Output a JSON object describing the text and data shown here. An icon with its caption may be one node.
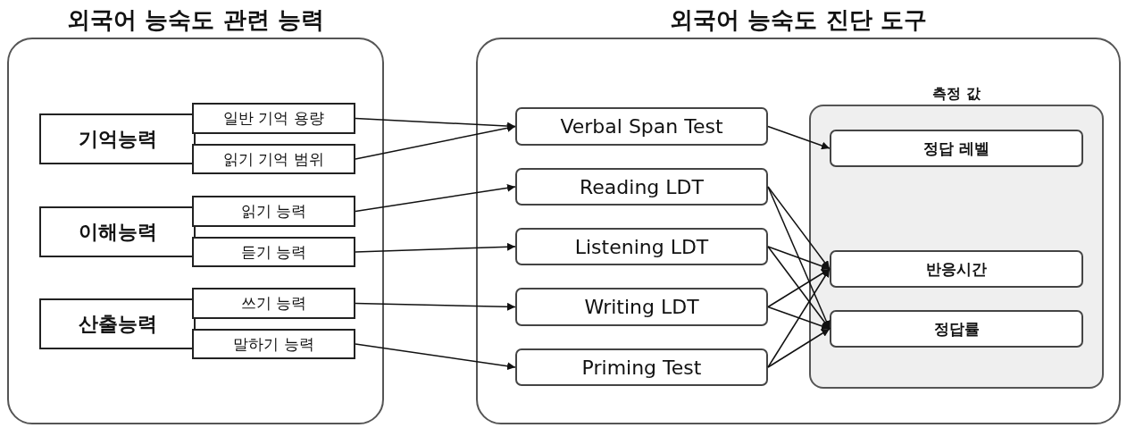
{
  "diagram": {
    "nodes": [
      {
        "text": [
          "외국어 능숙도 관련 능력"
        ]
      },
      {
        "text": [
          "기억능력"
        ],
        "in": 0
      },
      {
        "text": [
          "일반 기억 용량"
        ],
        "in": 0
      },
      {
        "text": [
          "읽기 기억 범위"
        ],
        "in": 0
      },
      {
        "text": [
          "이해능력"
        ],
        "in": 0
      },
      {
        "text": [
          "읽기 능력"
        ],
        "in": 0
      },
      {
        "text": [
          "듣기 능력"
        ],
        "in": 0
      },
      {
        "text": [
          "산출능력"
        ],
        "in": 0
      },
      {
        "text": [
          "쓰기 능력"
        ],
        "in": 0
      },
      {
        "text": [
          "말하기 능력"
        ],
        "in": 0
      },
      {
        "text": [
          "외국어 능숙도 진단 도구"
        ]
      },
      {
        "text": [
          "Verbal Span Test"
        ],
        "in": 10
      },
      {
        "text": [
          "Reading LDT"
        ],
        "in": 10
      },
      {
        "text": [
          "Listening LDT"
        ],
        "in": 10
      },
      {
        "text": [
          "Writing LDT"
        ],
        "in": 10
      },
      {
        "text": [
          "Priming Test"
        ],
        "in": 10
      },
      {
        "text": [
          "측정 값"
        ],
        "in": 10
      },
      {
        "text": [
          "정답 레벨"
        ],
        "in": 16
      },
      {
        "text": [
          "반응시간"
        ],
        "in": 16
      },
      {
        "text": [
          "정답률"
        ],
        "in": 16
      }
    ],
    "edges": [
      {
        "from": 2,
        "to": 11,
        "arrow": "to"
      },
      {
        "from": 3,
        "to": 11,
        "arrow": "to"
      },
      {
        "from": 5,
        "to": 12,
        "arrow": "to"
      },
      {
        "from": 6,
        "to": 13,
        "arrow": "to"
      },
      {
        "from": 8,
        "to": 14,
        "arrow": "to"
      },
      {
        "from": 9,
        "to": 15,
        "arrow": "to"
      },
      {
        "from": 11,
        "to": 17,
        "arrow": "to"
      },
      {
        "from": 12,
        "to": 18,
        "arrow": "to"
      },
      {
        "from": 12,
        "to": 19,
        "arrow": "to"
      },
      {
        "from": 13,
        "to": 18,
        "arrow": "to"
      },
      {
        "from": 13,
        "to": 19,
        "arrow": "to"
      },
      {
        "from": 14,
        "to": 18,
        "arrow": "to"
      },
      {
        "from": 14,
        "to": 19,
        "arrow": "to"
      },
      {
        "from": 15,
        "to": 18,
        "arrow": "to"
      },
      {
        "from": 15,
        "to": 19,
        "arrow": "to"
      }
    ]
  }
}
